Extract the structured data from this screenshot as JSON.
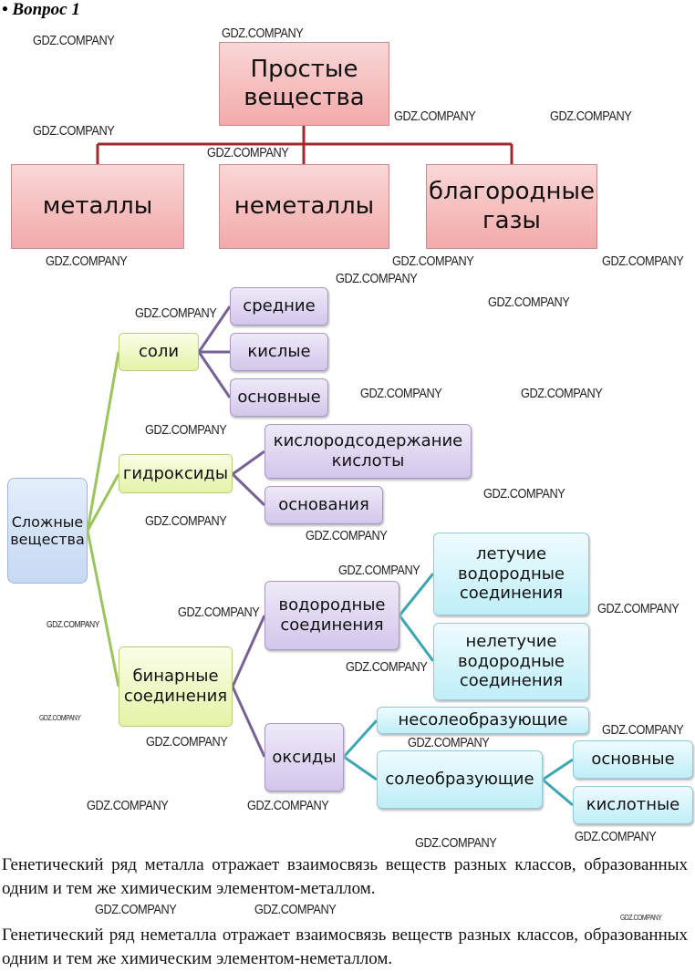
{
  "title": "• Вопрос 1",
  "watermark": "GDZ.COMPANY",
  "simple": {
    "root": "Простые вещества",
    "children": [
      "металлы",
      "неметаллы",
      "благородные газы"
    ]
  },
  "complex": {
    "root": "Сложные вещества",
    "salts": {
      "label": "соли",
      "children": [
        "средние",
        "кислые",
        "основные"
      ]
    },
    "hydroxides": {
      "label": "гидроксиды",
      "children": [
        "кислородсодержание кислоты",
        "основания"
      ]
    },
    "binary": {
      "label": "бинарные соединения"
    },
    "hydrogen": {
      "label": "водородные соединения",
      "children": [
        "летучие водородные соединения",
        "нелетучие водородные соединения"
      ]
    },
    "oxides": {
      "label": "оксиды",
      "children": [
        "несолеобразующие",
        "солеобразующие"
      ]
    },
    "salt_forming": {
      "children": [
        "основные",
        "кислотные"
      ]
    }
  },
  "paragraphs": [
    "Генетический ряд металла отражает взаимосвязь веществ разных классов, образованных одним и тем же химическим элементом-металлом.",
    "Генетический ряд неметалла отражает взаимосвязь веществ разных классов, образованных одним и тем же химическим элементом-неметаллом."
  ],
  "colors": {
    "red": "#f3a9a9",
    "connector_red": "#a3272b",
    "green_line": "#9bc55a",
    "purple_line": "#7a5f96",
    "teal_line": "#3aa6b5"
  }
}
